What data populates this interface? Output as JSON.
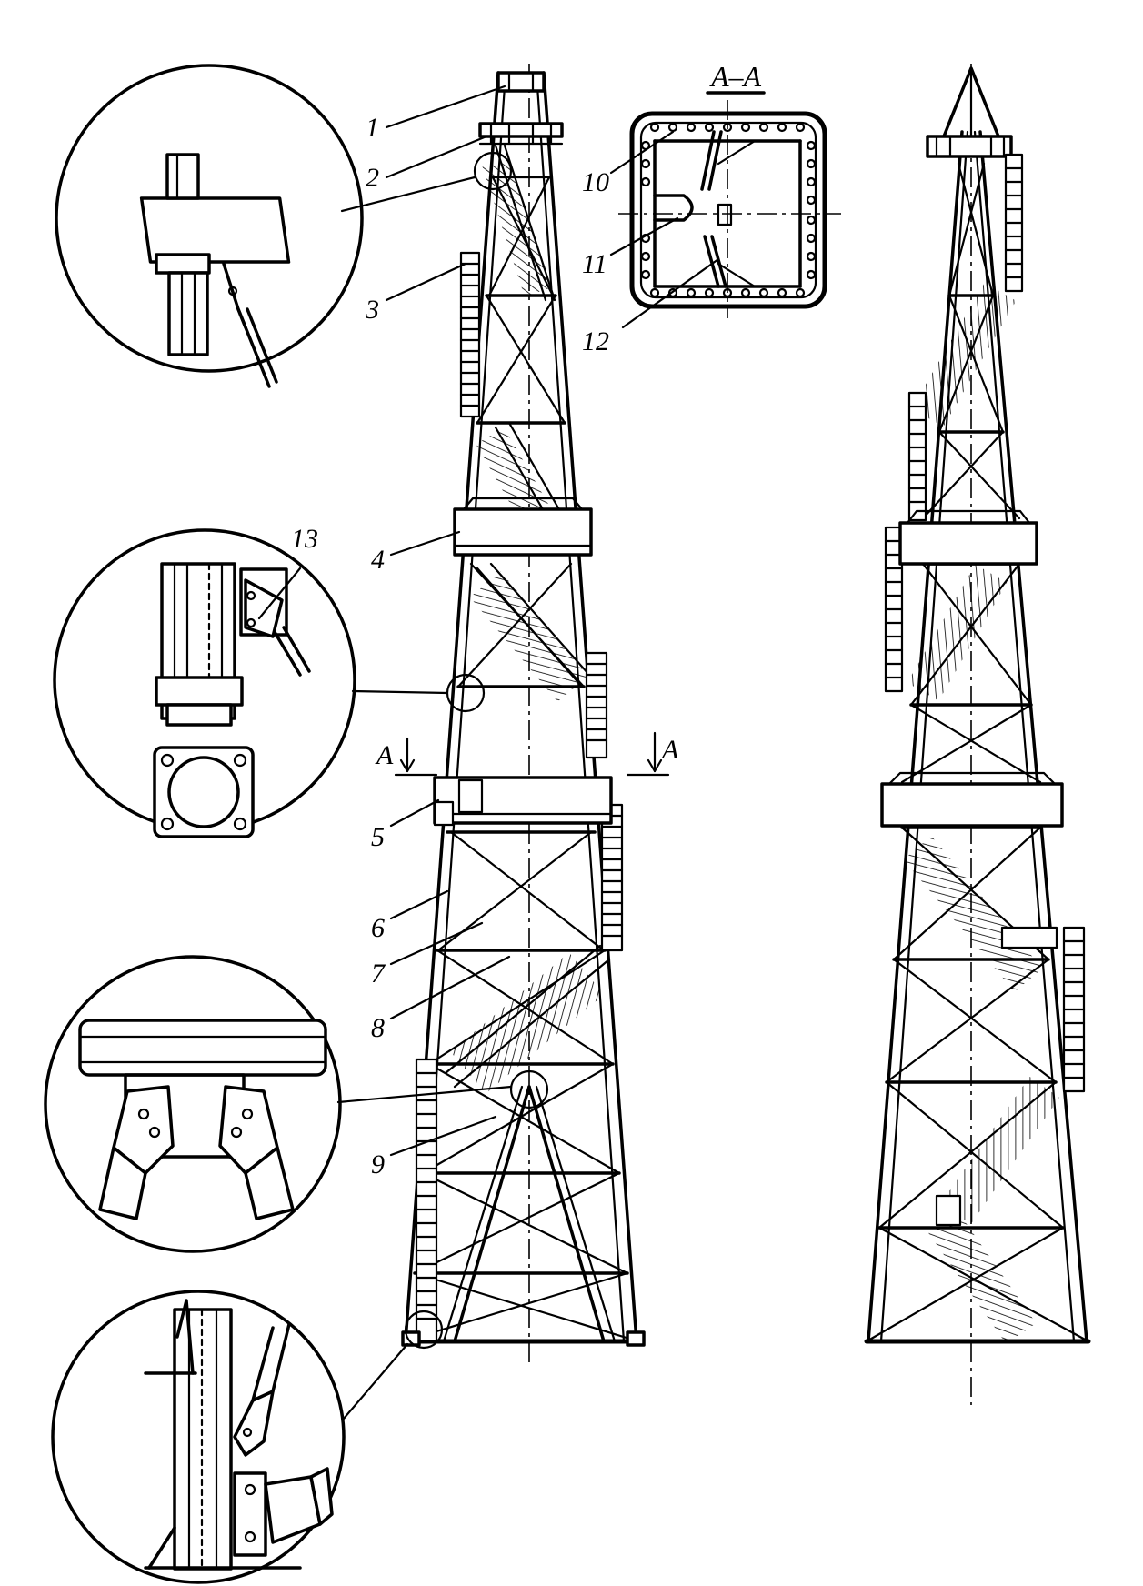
{
  "callouts": {
    "c1": "1",
    "c2": "2",
    "c3": "3",
    "c4": "4",
    "c5": "5",
    "c6": "6",
    "c7": "7",
    "c8": "8",
    "c9": "9",
    "c10": "10",
    "c11": "11",
    "c12": "12",
    "c13": "13"
  },
  "section": {
    "title": "A–A",
    "marker_left": "A",
    "marker_right": "A"
  }
}
